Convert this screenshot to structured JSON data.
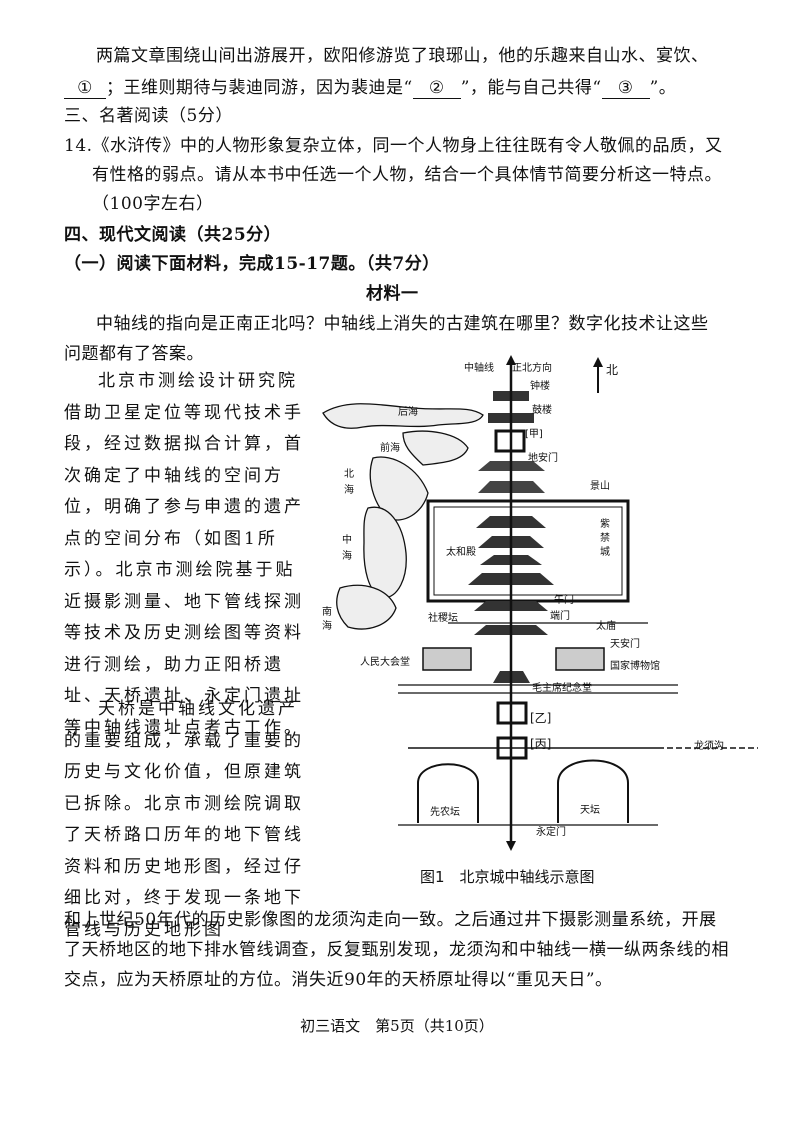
{
  "top_text": {
    "line1": "两篇文章围绕山间出游展开，欧阳修游览了琅琊山，他的乐趣来自山水、宴饮、",
    "line2_blank1": "①",
    "line2_mid": "；王维则期待与裴迪同游，因为裴迪是“",
    "line2_blank2": "②",
    "line2_mid2": "”，能与自己共得“",
    "line2_blank3": "③",
    "line2_end": "”。"
  },
  "section3": {
    "heading": "三、名著阅读（5分）",
    "q14_line1": "14.《水浒传》中的人物形象复杂立体，同一个人物身上往往既有令人敬佩的品质，又",
    "q14_line2": "有性格的弱点。请从本书中任选一个人物，结合一个具体情节简要分析这一特点。",
    "q14_line3": "（100字左右）"
  },
  "section4": {
    "heading": "四、现代文阅读（共25分）",
    "sub1": "（一）阅读下面材料，完成15-17题。（共7分）",
    "material_title": "材料一",
    "intro_line1": "中轴线的指向是正南正北吗？中轴线上消失的古建筑在哪里？数字化技术让这些",
    "intro_line2": "问题都有了答案。",
    "para1": "北京市测绘设计研究院借助卫星定位等现代技术手段，经过数据拟合计算，首次确定了中轴线的空间方位，明确了参与申遗的遗产点的空间分布（如图1所示）。北京市测绘院基于贴近摄影测量、地下管线探测等技术及历史测绘图等资料进行测绘，助力正阳桥遗址、天桥遗址、永定门遗址等中轴线遗址点考古工作。",
    "para2": "天桥是中轴线文化遗产的重要组成，承载了重要的历史与文化价值，但原建筑已拆除。北京市测绘院调取了天桥路口历年的地下管线资料和历史地形图，经过仔细比对，终于发现一条地下管线与历史地形图",
    "cont_line1": "和上世纪50年代的历史影像图的龙须沟走向一致。之后通过井下摄影测量系统，开展",
    "cont_line2": "了天桥地区的地下排水管线调查，反复甄别发现，龙须沟和中轴线一横一纵两条线的相",
    "cont_line3": "交点，应为天桥原址的方位。消失近90年的天桥原址得以“重见天日”。"
  },
  "figure": {
    "caption": "图1　北京城中轴线示意图",
    "labels": {
      "axis": "中轴线",
      "north_dir": "正北方向",
      "north": "北",
      "bell": "钟楼",
      "drum": "鼓楼",
      "houhai": "后海",
      "qianhai": "前海",
      "jia": "[甲]",
      "dianmen": "地安门",
      "beihai_1": "北",
      "beihai_2": "海",
      "jingshan": "景山",
      "zijin_1": "紫",
      "zijin_2": "禁",
      "zijin_3": "城",
      "zhonghai_1": "中",
      "zhonghai_2": "海",
      "taihe": "太和殿",
      "nanhai_1": "南",
      "nanhai_2": "海",
      "wumen": "午门",
      "sheji": "社稷坛",
      "duanmen": "端门",
      "taimiao": "太庙",
      "tiananmen": "天安门",
      "renda": "人民大会堂",
      "museum": "国家博物馆",
      "mao": "毛主席纪念堂",
      "yi": "[乙]",
      "bing": "[丙]",
      "longxu": "龙须沟",
      "xiannong": "先农坛",
      "tiantan": "天坛",
      "yongding": "永定门"
    }
  },
  "footer": "初三语文　第5页（共10页）"
}
